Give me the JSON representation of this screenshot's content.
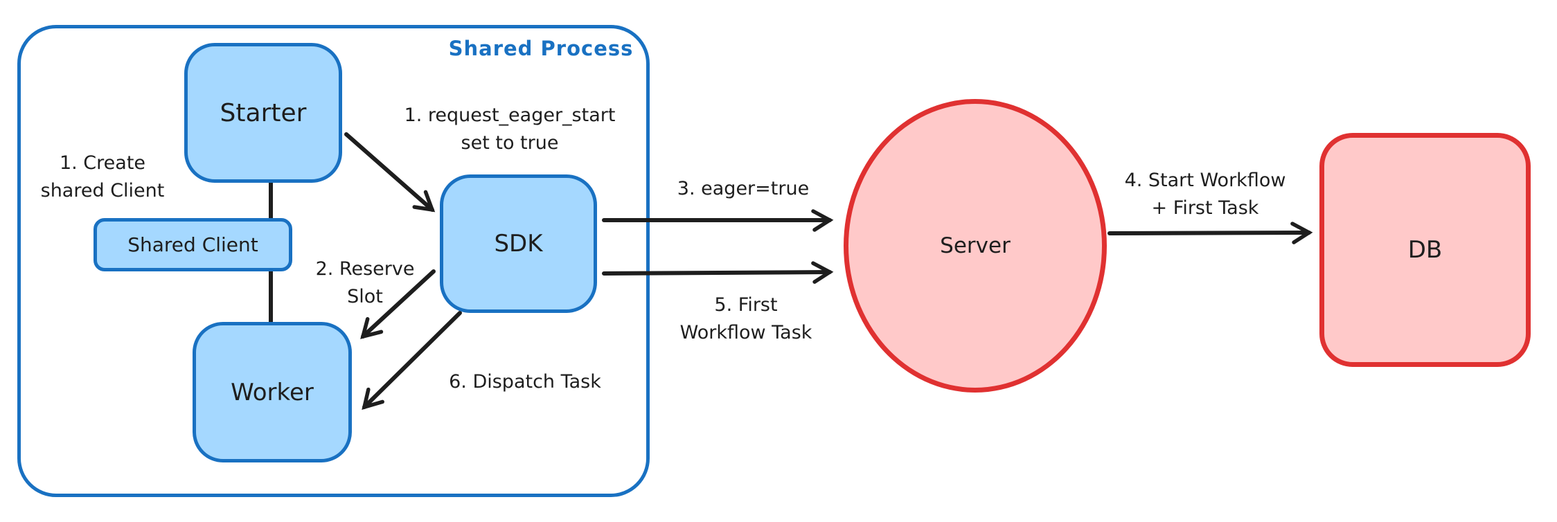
{
  "diagram": {
    "title": "Shared Process",
    "nodes": {
      "starter": {
        "label": "Starter"
      },
      "shared_client": {
        "label": "Shared Client"
      },
      "worker": {
        "label": "Worker"
      },
      "sdk": {
        "label": "SDK"
      },
      "server": {
        "label": "Server"
      },
      "db": {
        "label": "DB"
      }
    },
    "annotations": {
      "create_client": {
        "line1": "1. Create",
        "line2": "shared Client"
      },
      "request_eager_start": {
        "line1": "1. request_eager_start",
        "line2": "set to true"
      },
      "reserve_slot": {
        "line1": "2. Reserve",
        "line2": "Slot"
      },
      "eager_true": {
        "line1": "3. eager=true"
      },
      "first_workflow_task": {
        "line1": "5. First",
        "line2": "Workflow Task"
      },
      "start_workflow": {
        "line1": "4. Start Workflow",
        "line2": "+ First Task"
      },
      "dispatch_task": {
        "line1": "6. Dispatch Task"
      }
    },
    "colors": {
      "blue_stroke": "#1971c2",
      "blue_fill": "#a5d8ff",
      "red_stroke": "#e03131",
      "red_fill": "#ffc9c9",
      "ink": "#1e1e1e",
      "background": "#ffffff"
    }
  }
}
